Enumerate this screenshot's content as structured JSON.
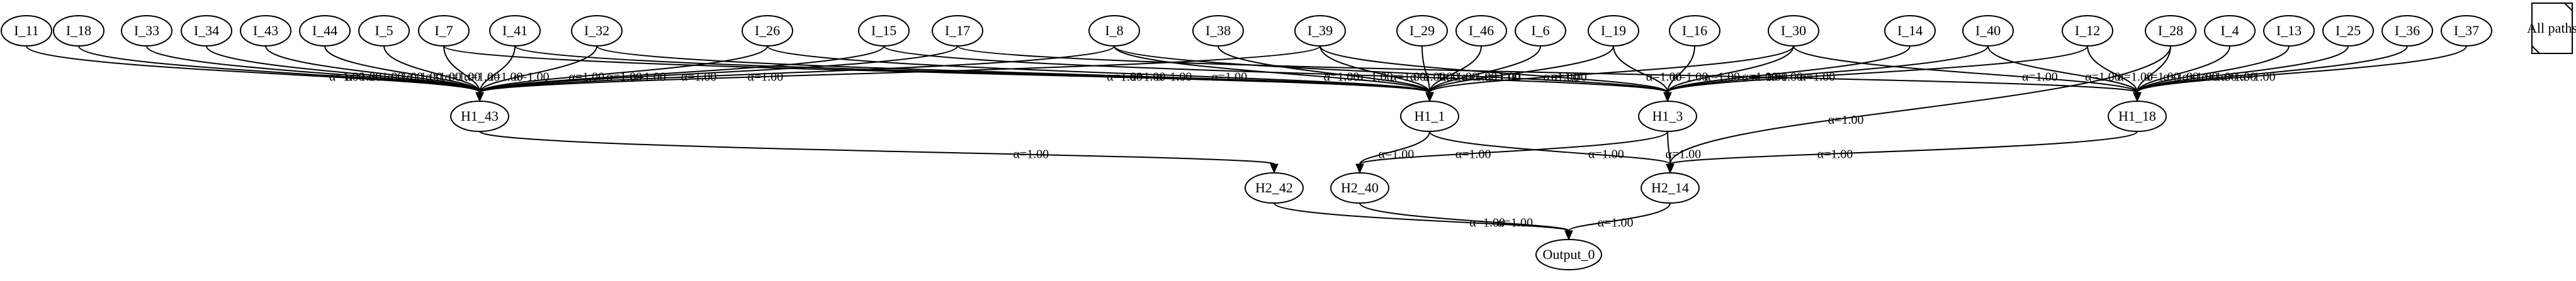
{
  "diagram": {
    "legend_label": "All paths",
    "nodes": [
      {
        "id": "I_11",
        "label": "I_11"
      },
      {
        "id": "I_18",
        "label": "I_18"
      },
      {
        "id": "I_33",
        "label": "I_33"
      },
      {
        "id": "I_34",
        "label": "I_34"
      },
      {
        "id": "I_43",
        "label": "I_43"
      },
      {
        "id": "I_44",
        "label": "I_44"
      },
      {
        "id": "I_5",
        "label": "I_5"
      },
      {
        "id": "I_7",
        "label": "I_7"
      },
      {
        "id": "I_41",
        "label": "I_41"
      },
      {
        "id": "I_32",
        "label": "I_32"
      },
      {
        "id": "I_26",
        "label": "I_26"
      },
      {
        "id": "I_15",
        "label": "I_15"
      },
      {
        "id": "I_17",
        "label": "I_17"
      },
      {
        "id": "I_8",
        "label": "I_8"
      },
      {
        "id": "I_38",
        "label": "I_38"
      },
      {
        "id": "I_39",
        "label": "I_39"
      },
      {
        "id": "I_29",
        "label": "I_29"
      },
      {
        "id": "I_46",
        "label": "I_46"
      },
      {
        "id": "I_6",
        "label": "I_6"
      },
      {
        "id": "I_19",
        "label": "I_19"
      },
      {
        "id": "I_16",
        "label": "I_16"
      },
      {
        "id": "I_30",
        "label": "I_30"
      },
      {
        "id": "I_14",
        "label": "I_14"
      },
      {
        "id": "I_40",
        "label": "I_40"
      },
      {
        "id": "I_12",
        "label": "I_12"
      },
      {
        "id": "I_28",
        "label": "I_28"
      },
      {
        "id": "I_4",
        "label": "I_4"
      },
      {
        "id": "I_13",
        "label": "I_13"
      },
      {
        "id": "I_25",
        "label": "I_25"
      },
      {
        "id": "I_36",
        "label": "I_36"
      },
      {
        "id": "I_37",
        "label": "I_37"
      },
      {
        "id": "H1_43",
        "label": "H1_43"
      },
      {
        "id": "H1_1",
        "label": "H1_1"
      },
      {
        "id": "H1_3",
        "label": "H1_3"
      },
      {
        "id": "H1_18",
        "label": "H1_18"
      },
      {
        "id": "H2_42",
        "label": "H2_42"
      },
      {
        "id": "H2_40",
        "label": "H2_40"
      },
      {
        "id": "H2_14",
        "label": "H2_14"
      },
      {
        "id": "Output_0",
        "label": "Output_0"
      }
    ],
    "edges": [
      {
        "from": "I_11",
        "to": "H1_43",
        "label": "α=1.00"
      },
      {
        "from": "I_18",
        "to": "H1_43",
        "label": "α=1.00"
      },
      {
        "from": "I_33",
        "to": "H1_43",
        "label": "α=1.00"
      },
      {
        "from": "I_34",
        "to": "H1_43",
        "label": "α=1.00"
      },
      {
        "from": "I_43",
        "to": "H1_43",
        "label": "α=1.00"
      },
      {
        "from": "I_44",
        "to": "H1_43",
        "label": "α=1.00"
      },
      {
        "from": "I_5",
        "to": "H1_43",
        "label": "α=1.00"
      },
      {
        "from": "I_7",
        "to": "H1_43",
        "label": "α=1.00"
      },
      {
        "from": "I_7",
        "to": "H1_1",
        "label": "α=1.00"
      },
      {
        "from": "I_41",
        "to": "H1_43",
        "label": "α=1.00"
      },
      {
        "from": "I_41",
        "to": "H1_1",
        "label": "α=1.00"
      },
      {
        "from": "I_32",
        "to": "H1_43",
        "label": "α=1.00"
      },
      {
        "from": "I_32",
        "to": "H1_1",
        "label": "α=1.00"
      },
      {
        "from": "I_26",
        "to": "H1_43",
        "label": "α=1.00"
      },
      {
        "from": "I_26",
        "to": "H1_1",
        "label": "α=1.00"
      },
      {
        "from": "I_15",
        "to": "H1_43",
        "label": "α=1.00"
      },
      {
        "from": "I_15",
        "to": "H1_3",
        "label": "α=1.00"
      },
      {
        "from": "I_17",
        "to": "H1_43",
        "label": "α=1.00"
      },
      {
        "from": "I_17",
        "to": "H1_18",
        "label": "α=1.00"
      },
      {
        "from": "I_8",
        "to": "H1_43",
        "label": "α=1.00"
      },
      {
        "from": "I_8",
        "to": "H1_1",
        "label": "α=1.00"
      },
      {
        "from": "I_8",
        "to": "H1_3",
        "label": "α=1.00"
      },
      {
        "from": "I_38",
        "to": "H1_1",
        "label": "α=1.00"
      },
      {
        "from": "I_39",
        "to": "H1_43",
        "label": "α=1.00"
      },
      {
        "from": "I_39",
        "to": "H1_1",
        "label": "α=1.00"
      },
      {
        "from": "I_39",
        "to": "H1_3",
        "label": "α=1.00"
      },
      {
        "from": "I_29",
        "to": "H1_1",
        "label": "α=1.00"
      },
      {
        "from": "I_46",
        "to": "H1_1",
        "label": "α=1.00"
      },
      {
        "from": "I_6",
        "to": "H1_1",
        "label": "α=1.00"
      },
      {
        "from": "I_19",
        "to": "H1_1",
        "label": "α=1.00"
      },
      {
        "from": "I_19",
        "to": "H1_3",
        "label": "α=1.00"
      },
      {
        "from": "I_16",
        "to": "H1_3",
        "label": "α=1.00"
      },
      {
        "from": "I_30",
        "to": "H1_1",
        "label": "α=1.00"
      },
      {
        "from": "I_30",
        "to": "H1_3",
        "label": "α=1.00"
      },
      {
        "from": "I_30",
        "to": "H1_18",
        "label": "α=1.00"
      },
      {
        "from": "I_14",
        "to": "H1_3",
        "label": "α=1.00"
      },
      {
        "from": "I_40",
        "to": "H1_3",
        "label": "α=1.00"
      },
      {
        "from": "I_40",
        "to": "H1_18",
        "label": "α=1.00"
      },
      {
        "from": "I_12",
        "to": "H1_3",
        "label": "α=1.00"
      },
      {
        "from": "I_12",
        "to": "H1_18",
        "label": "α=1.00"
      },
      {
        "from": "I_28",
        "to": "H1_18",
        "label": "α=1.00"
      },
      {
        "from": "I_28",
        "to": "H2_14",
        "label": "α=1.00"
      },
      {
        "from": "I_4",
        "to": "H1_18",
        "label": "α=1.00"
      },
      {
        "from": "I_13",
        "to": "H1_18",
        "label": "α=1.00"
      },
      {
        "from": "I_25",
        "to": "H1_18",
        "label": "α=1.00"
      },
      {
        "from": "I_36",
        "to": "H1_18",
        "label": "α=1.00"
      },
      {
        "from": "I_37",
        "to": "H1_18",
        "label": "α=1.00"
      },
      {
        "from": "H1_43",
        "to": "H2_42",
        "label": "α=1.00"
      },
      {
        "from": "H1_1",
        "to": "H2_40",
        "label": "α=1.00"
      },
      {
        "from": "H1_1",
        "to": "H2_14",
        "label": "α=1.00"
      },
      {
        "from": "H1_3",
        "to": "H2_40",
        "label": "α=1.00"
      },
      {
        "from": "H1_3",
        "to": "H2_14",
        "label": "α=1.00"
      },
      {
        "from": "H1_18",
        "to": "H2_14",
        "label": "α=1.00"
      },
      {
        "from": "H2_42",
        "to": "Output_0",
        "label": "α=1.00"
      },
      {
        "from": "H2_40",
        "to": "Output_0",
        "label": "α=1.00"
      },
      {
        "from": "H2_14",
        "to": "Output_0",
        "label": "α=1.00"
      }
    ]
  }
}
